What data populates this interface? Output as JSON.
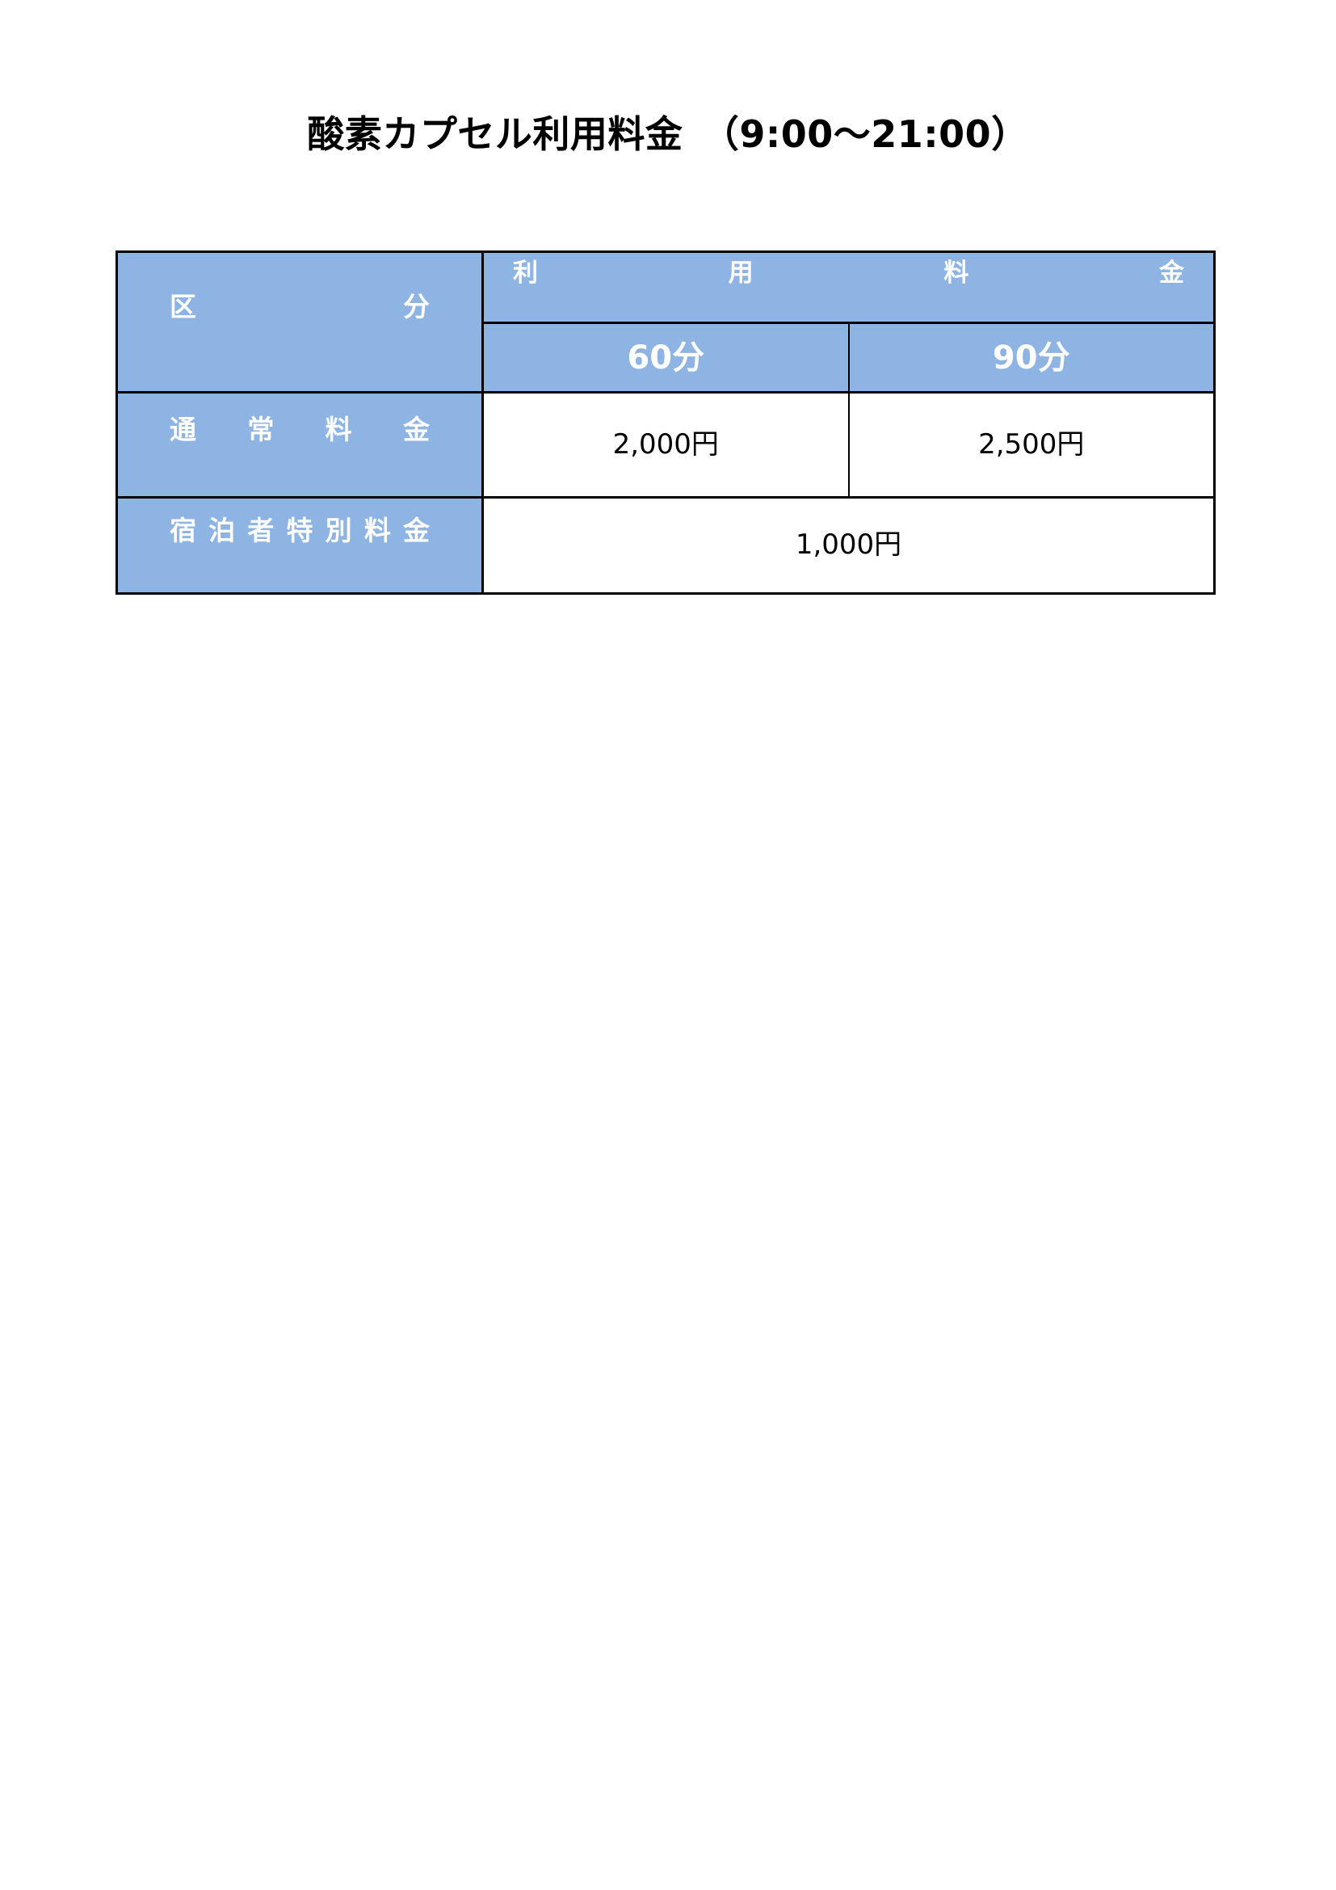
{
  "document": {
    "title": "酸素カプセル利用料金　（9:00〜21:00）"
  },
  "colors": {
    "header_fill": "#8EB4E3",
    "header_text": "#FFFFFF",
    "body_fill": "#FFFFFF",
    "body_text": "#000000",
    "border": "#000000"
  },
  "table": {
    "header": {
      "category_label": "区分",
      "usage_fee_label": "利用料金",
      "durations": [
        "60分",
        "90分"
      ]
    },
    "rows": [
      {
        "label": "通常料金",
        "merged": false,
        "prices": [
          "2,000円",
          "2,500円"
        ]
      },
      {
        "label": "宿泊者特別料金",
        "merged": true,
        "prices": [
          "1,000円"
        ]
      }
    ]
  }
}
